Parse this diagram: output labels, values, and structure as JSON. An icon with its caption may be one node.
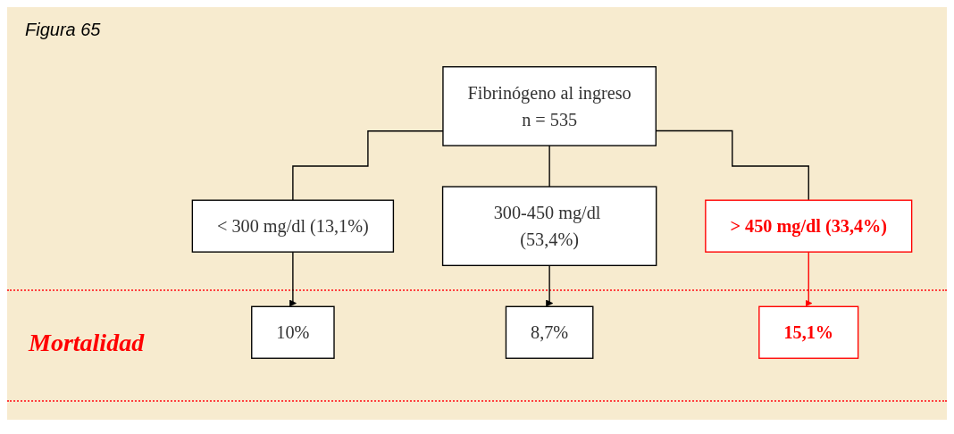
{
  "diagram": {
    "nodes": [
      {
        "text": [
          "Fibrinógeno al ingreso",
          "n = 535"
        ]
      },
      {
        "text": [
          "< 300 mg/dl (13,1%)"
        ]
      },
      {
        "text": [
          "300-450 mg/dl (53,4%)"
        ]
      },
      {
        "text": [
          "> 450 mg/dl (33,4%)"
        ]
      },
      {
        "text": [
          "10%"
        ]
      },
      {
        "text": [
          "8,7%"
        ]
      },
      {
        "text": [
          "15,1%"
        ]
      }
    ],
    "edges": [
      {
        "from": 0,
        "to": 1,
        "arrow": "none"
      },
      {
        "from": 0,
        "to": 2,
        "arrow": "none"
      },
      {
        "from": 0,
        "to": 3,
        "arrow": "none"
      },
      {
        "from": 1,
        "to": 4,
        "arrow": "to"
      },
      {
        "from": 2,
        "to": 5,
        "arrow": "to"
      },
      {
        "from": 3,
        "to": 6,
        "arrow": "to",
        "color": "#ff0000"
      }
    ],
    "labels": [
      "Figura 65",
      "Mortalidad"
    ]
  }
}
